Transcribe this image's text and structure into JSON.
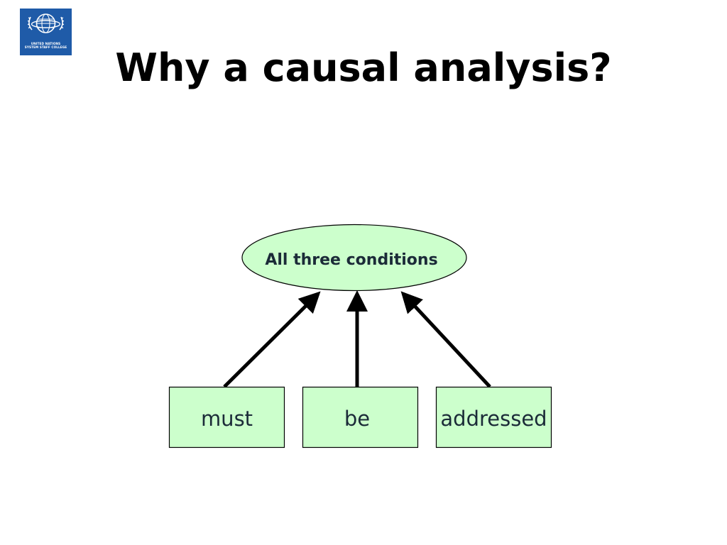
{
  "title": "Why a causal analysis?",
  "logo": {
    "icon": "un-emblem-icon",
    "line1": "UNITED NATIONS",
    "line2": "SYSTEM STAFF COLLEGE"
  },
  "diagram": {
    "top_node": "All three conditions",
    "bottom_nodes": [
      "must",
      "be",
      "addressed"
    ],
    "node_fill": "#ccffcc",
    "stroke": "#000000",
    "text_color": "#1b2b38"
  }
}
